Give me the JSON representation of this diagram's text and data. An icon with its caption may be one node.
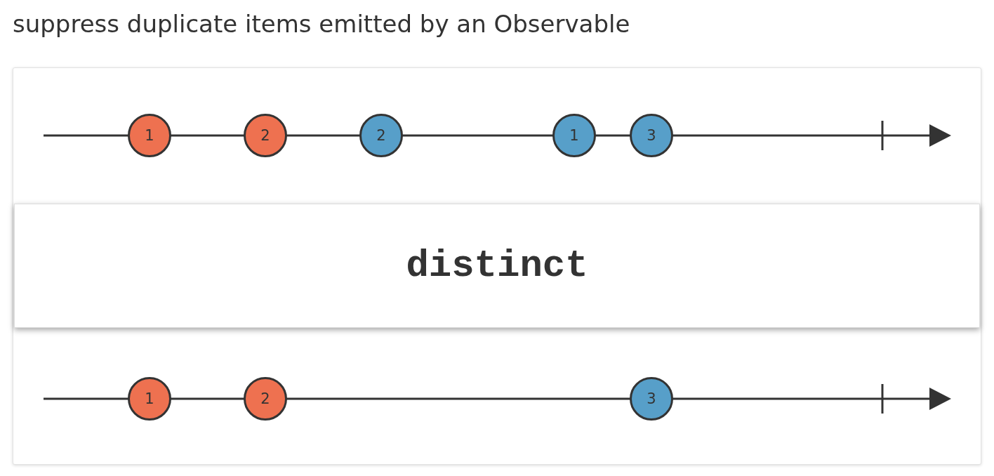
{
  "diagram": {
    "title": "suppress duplicate items emitted by an Observable",
    "nodes": [
      {
        "text": [],
        "shape": "box"
      },
      {
        "text": [
          "1"
        ],
        "in": 0
      },
      {
        "text": [
          "2"
        ],
        "in": 0
      },
      {
        "text": [
          "2"
        ],
        "in": 0
      },
      {
        "text": [
          "1"
        ],
        "in": 0
      },
      {
        "text": [
          "3"
        ],
        "in": 0
      },
      {
        "text": [
          "distinct"
        ],
        "in": 0
      },
      {
        "text": [
          "1"
        ],
        "in": 0
      },
      {
        "text": [
          "2"
        ],
        "in": 0
      },
      {
        "text": [
          "3"
        ],
        "in": 0
      }
    ],
    "edges": []
  }
}
